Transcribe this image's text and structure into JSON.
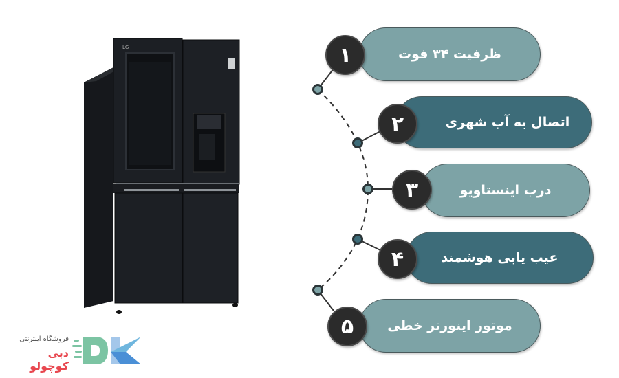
{
  "product_image": {
    "alt": "LG InstaView French door refrigerator, black",
    "brand_mark": "LG"
  },
  "features": [
    {
      "number": "١",
      "label": "ظرفیت ۳۴ فوت",
      "style": "light"
    },
    {
      "number": "٢",
      "label": "اتصال به آب شهری",
      "style": "dark"
    },
    {
      "number": "٣",
      "label": "درب اینستاویو",
      "style": "light"
    },
    {
      "number": "۴",
      "label": "عیب یابی هوشمند",
      "style": "dark"
    },
    {
      "number": "۵",
      "label": "موتور اینورتر خطی",
      "style": "light"
    }
  ],
  "logo": {
    "subtitle": "فروشگاه اینترنتی",
    "name": "دبی کوچولو",
    "monogram": "DK"
  },
  "colors": {
    "pill_light": "#7da3a6",
    "pill_dark": "#3d6c79",
    "number_circle": "#2b2b2b",
    "logo_red": "#e8474f",
    "logo_green": "#7cc4a3",
    "logo_blue": "#4a8fd6"
  }
}
